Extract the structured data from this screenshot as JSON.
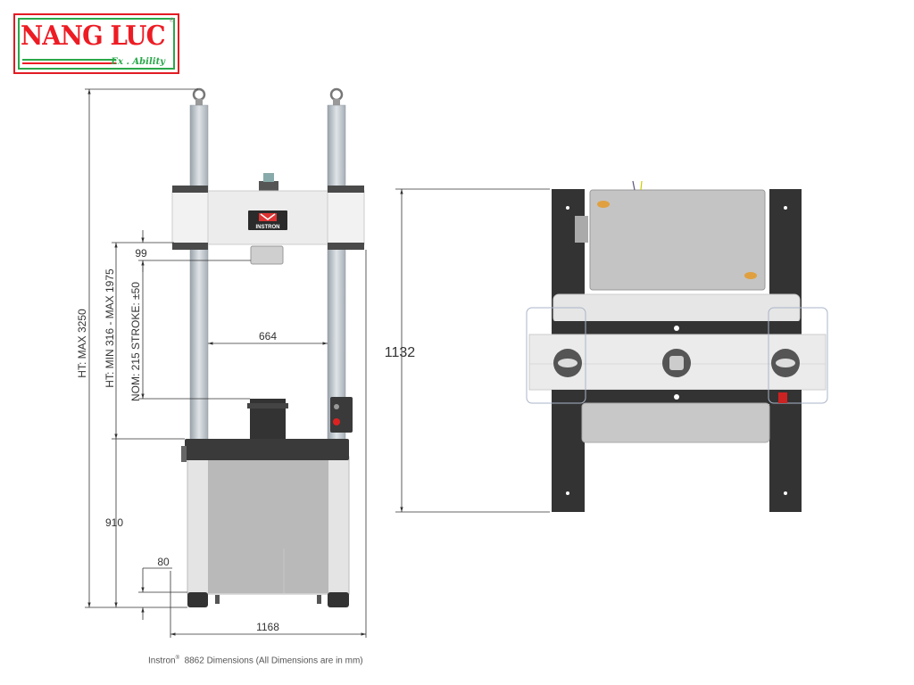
{
  "logo": {
    "brand": "NANG LUC",
    "registered": "®",
    "tagline": "Ex . Ability"
  },
  "machine_badge": "INSTRON",
  "front_view": {
    "dimensions": {
      "overall_height": "HT: MAX 3250",
      "daylight_height": "HT: MIN 316 - MAX 1975",
      "stroke": "NOM: 215 STROKE: ±50",
      "crosshead_offset": "99",
      "column_spacing": "664",
      "base_height": "910",
      "foot_height": "80",
      "overall_width": "1168"
    }
  },
  "top_view": {
    "dimensions": {
      "depth": "1132"
    }
  },
  "caption": {
    "model": "Instron",
    "mark": "®",
    "text": "8862 Dimensions (All Dimensions are in mm)"
  },
  "colors": {
    "dark": "#3a3a3a",
    "light_panel": "#ececec",
    "gray_body": "#b9b9b9",
    "column": "#c6ccd2",
    "logo_red": "#ed1c24",
    "logo_green": "#2aa84a"
  }
}
